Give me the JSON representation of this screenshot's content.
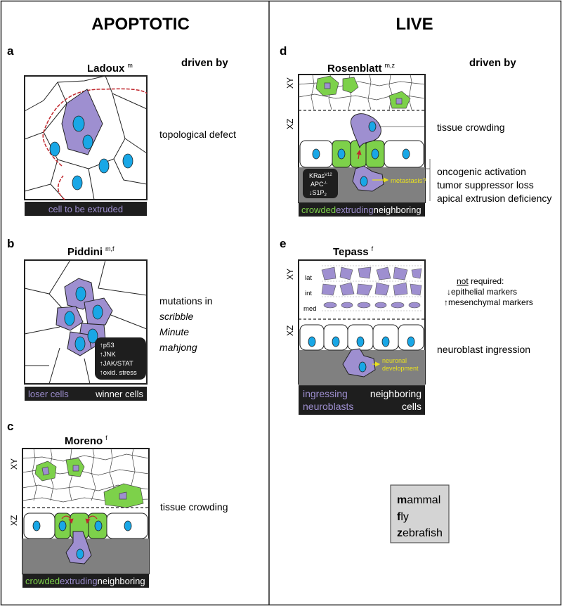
{
  "headers": {
    "left": "APOPTOTIC",
    "right": "LIVE"
  },
  "driven_by": "driven by",
  "panels": {
    "a": {
      "letter": "a",
      "name": "Ladoux",
      "sup": "m",
      "caption": "cell to be extruded",
      "drivers": [
        "topological defect"
      ]
    },
    "b": {
      "letter": "b",
      "name": "Piddini",
      "sup": "m,f",
      "caption_left": "loser cells",
      "caption_right": "winner cells",
      "drivers_title": "mutations in",
      "drivers": [
        "scribble",
        "Minute",
        "mahjong"
      ],
      "markers": [
        "↑p53",
        "↑JNK",
        "↑JAK/STAT",
        "↑oxid. stress"
      ]
    },
    "c": {
      "letter": "c",
      "name": "Moreno",
      "sup": "f",
      "xy": "XY",
      "xz": "XZ",
      "drivers": [
        "tissue crowding"
      ],
      "legend": [
        "crowded",
        "extruding",
        "neighboring"
      ]
    },
    "d": {
      "letter": "d",
      "name": "Rosenblatt",
      "sup": "m,z",
      "xy": "XY",
      "xz": "XZ",
      "drivers": [
        "tissue crowding",
        "oncogenic activation",
        "tumor suppressor loss",
        "apical extrusion deficiency"
      ],
      "markers": [
        "KRas",
        "V12",
        "APC",
        "-/-",
        "↓S1P",
        "2"
      ],
      "arrow_label": "metastasis?",
      "legend": [
        "crowded",
        "extruding",
        "neighboring"
      ]
    },
    "e": {
      "letter": "e",
      "name": "Tepass",
      "sup": "f",
      "xy": "XY",
      "xz": "XZ",
      "layers": [
        "lat",
        "int",
        "med"
      ],
      "not_required": "not",
      "not_required_rest": " required:",
      "markers": [
        "↓epithelial markers",
        "↑mesenchymal markers"
      ],
      "drivers": [
        "neuroblast ingression"
      ],
      "arrow_label": [
        "neuronal",
        "development"
      ],
      "legend_left": [
        "ingressing",
        "neuroblasts"
      ],
      "legend_right": [
        "neighboring",
        "cells"
      ]
    }
  },
  "key": [
    {
      "initial": "m",
      "rest": "ammal"
    },
    {
      "initial": "f",
      "rest": "ly"
    },
    {
      "initial": "z",
      "rest": "ebrafish"
    }
  ],
  "colors": {
    "purple": "#9e8fd0",
    "green": "#7dd14a",
    "blue": "#19a7e6",
    "gray": "#808080",
    "dark": "#1e1e1e",
    "yellow": "#e9e11e",
    "red": "#c0272d"
  }
}
